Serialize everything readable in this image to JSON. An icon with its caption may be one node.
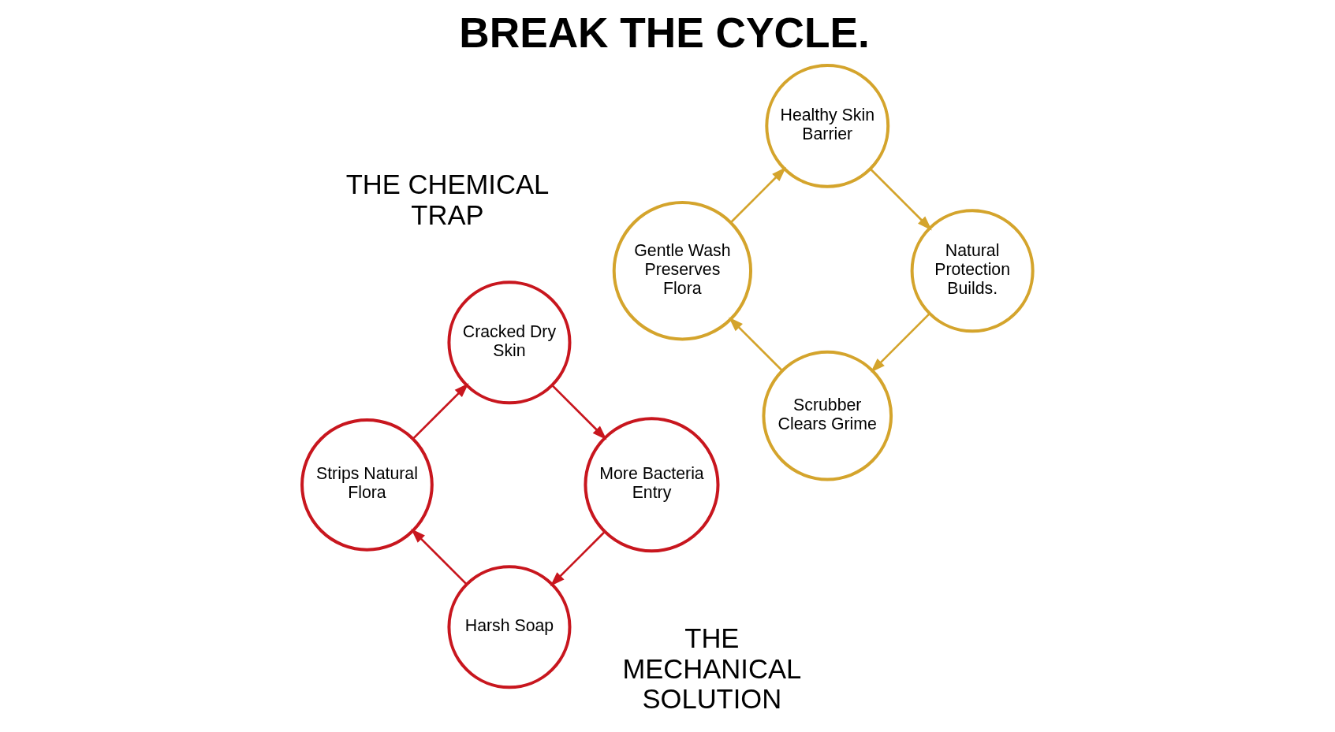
{
  "diagram": {
    "title": "BREAK THE CYCLE.",
    "nodes": [
      {
        "text": [
          "Harsh Soap"
        ]
      },
      {
        "text": [
          "Strips Natural Flora"
        ]
      },
      {
        "text": [
          "Cracked Dry Skin"
        ]
      },
      {
        "text": [
          "More Bacteria Entry"
        ]
      },
      {
        "text": [
          "Scrubber Clears Grime"
        ]
      },
      {
        "text": [
          "Gentle Wash Preserves Flora"
        ]
      },
      {
        "text": [
          "Healthy Skin Barrier"
        ]
      },
      {
        "text": [
          "Natural Protection Builds."
        ]
      }
    ],
    "edges": [
      {
        "from": 0,
        "to": 1,
        "arrow": "to",
        "color": "#c8161e"
      },
      {
        "from": 1,
        "to": 2,
        "arrow": "to",
        "color": "#c8161e"
      },
      {
        "from": 2,
        "to": 3,
        "arrow": "to",
        "color": "#c8161e"
      },
      {
        "from": 3,
        "to": 0,
        "arrow": "to",
        "color": "#c8161e"
      },
      {
        "from": 4,
        "to": 5,
        "arrow": "to",
        "color": "#d4a42c"
      },
      {
        "from": 5,
        "to": 6,
        "arrow": "to",
        "color": "#d4a42c"
      },
      {
        "from": 6,
        "to": 7,
        "arrow": "to",
        "color": "#d4a42c"
      },
      {
        "from": 7,
        "to": 4,
        "arrow": "to",
        "color": "#d4a42c"
      }
    ],
    "labels": [
      "THE CHEMICAL TRAP",
      "THE MECHANICAL SOLUTION"
    ]
  }
}
